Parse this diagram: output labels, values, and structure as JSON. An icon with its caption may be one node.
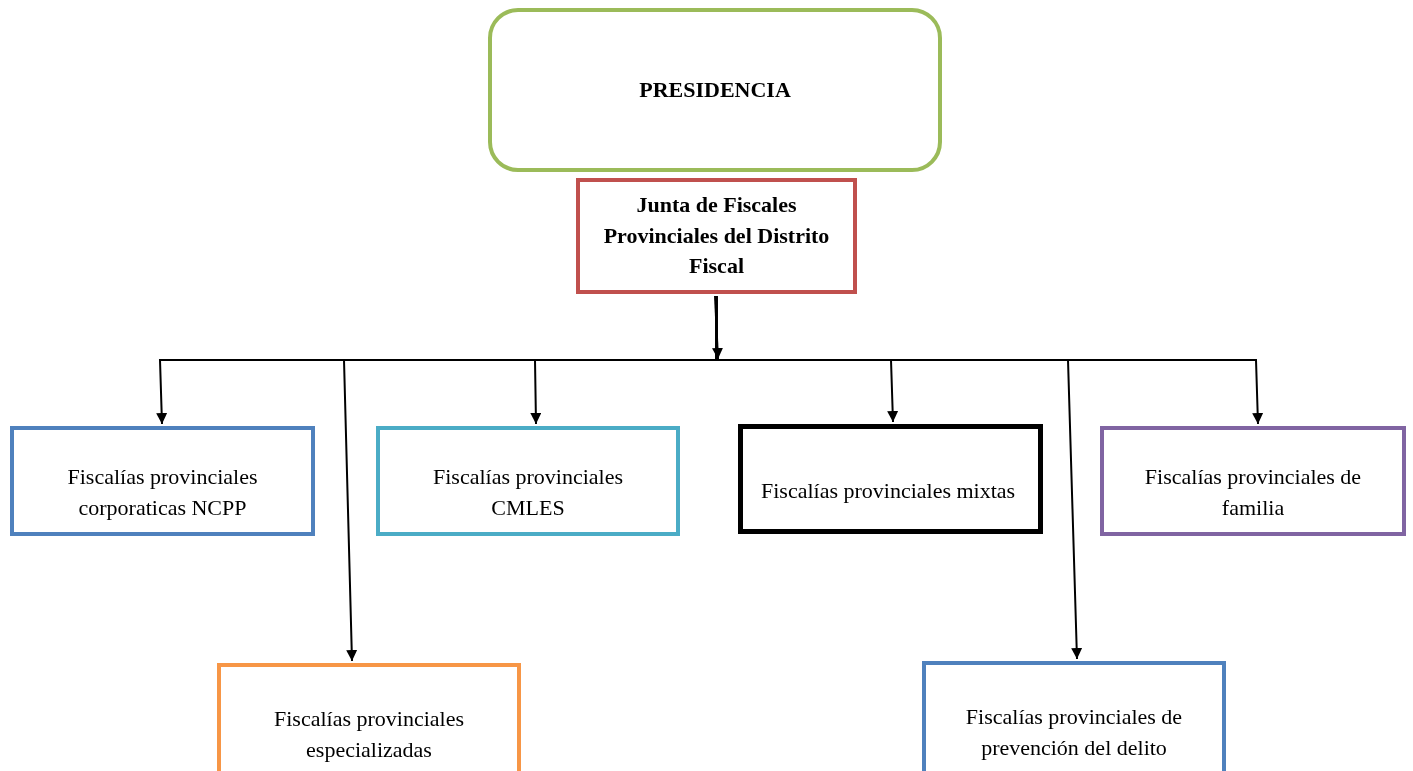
{
  "diagram": {
    "nodes": [
      {
        "text": [
          "PRESIDENCIA"
        ]
      },
      {
        "text": [
          "Junta de Fiscales Provinciales del Distrito Fiscal"
        ]
      },
      {
        "text": [
          "Fiscalías provinciales corporaticas NCPP"
        ]
      },
      {
        "text": [
          "Fiscalías provinciales CMLES"
        ]
      },
      {
        "text": [
          "Fiscalías provinciales mixtas"
        ]
      },
      {
        "text": [
          "Fiscalías provinciales de familia"
        ]
      },
      {
        "text": [
          "Fiscalías provinciales especializadas"
        ]
      },
      {
        "text": [
          "Fiscalías provinciales de prevención del delito"
        ]
      }
    ],
    "edges": [
      {
        "from": 1,
        "to": 2,
        "arrow": "to"
      },
      {
        "from": 1,
        "to": 6,
        "arrow": "to"
      },
      {
        "from": 1,
        "to": 3,
        "arrow": "to"
      },
      {
        "from": 1,
        "to": 4,
        "arrow": "to"
      },
      {
        "from": 1,
        "to": 7,
        "arrow": "to"
      },
      {
        "from": 1,
        "to": 5,
        "arrow": "to"
      }
    ]
  }
}
